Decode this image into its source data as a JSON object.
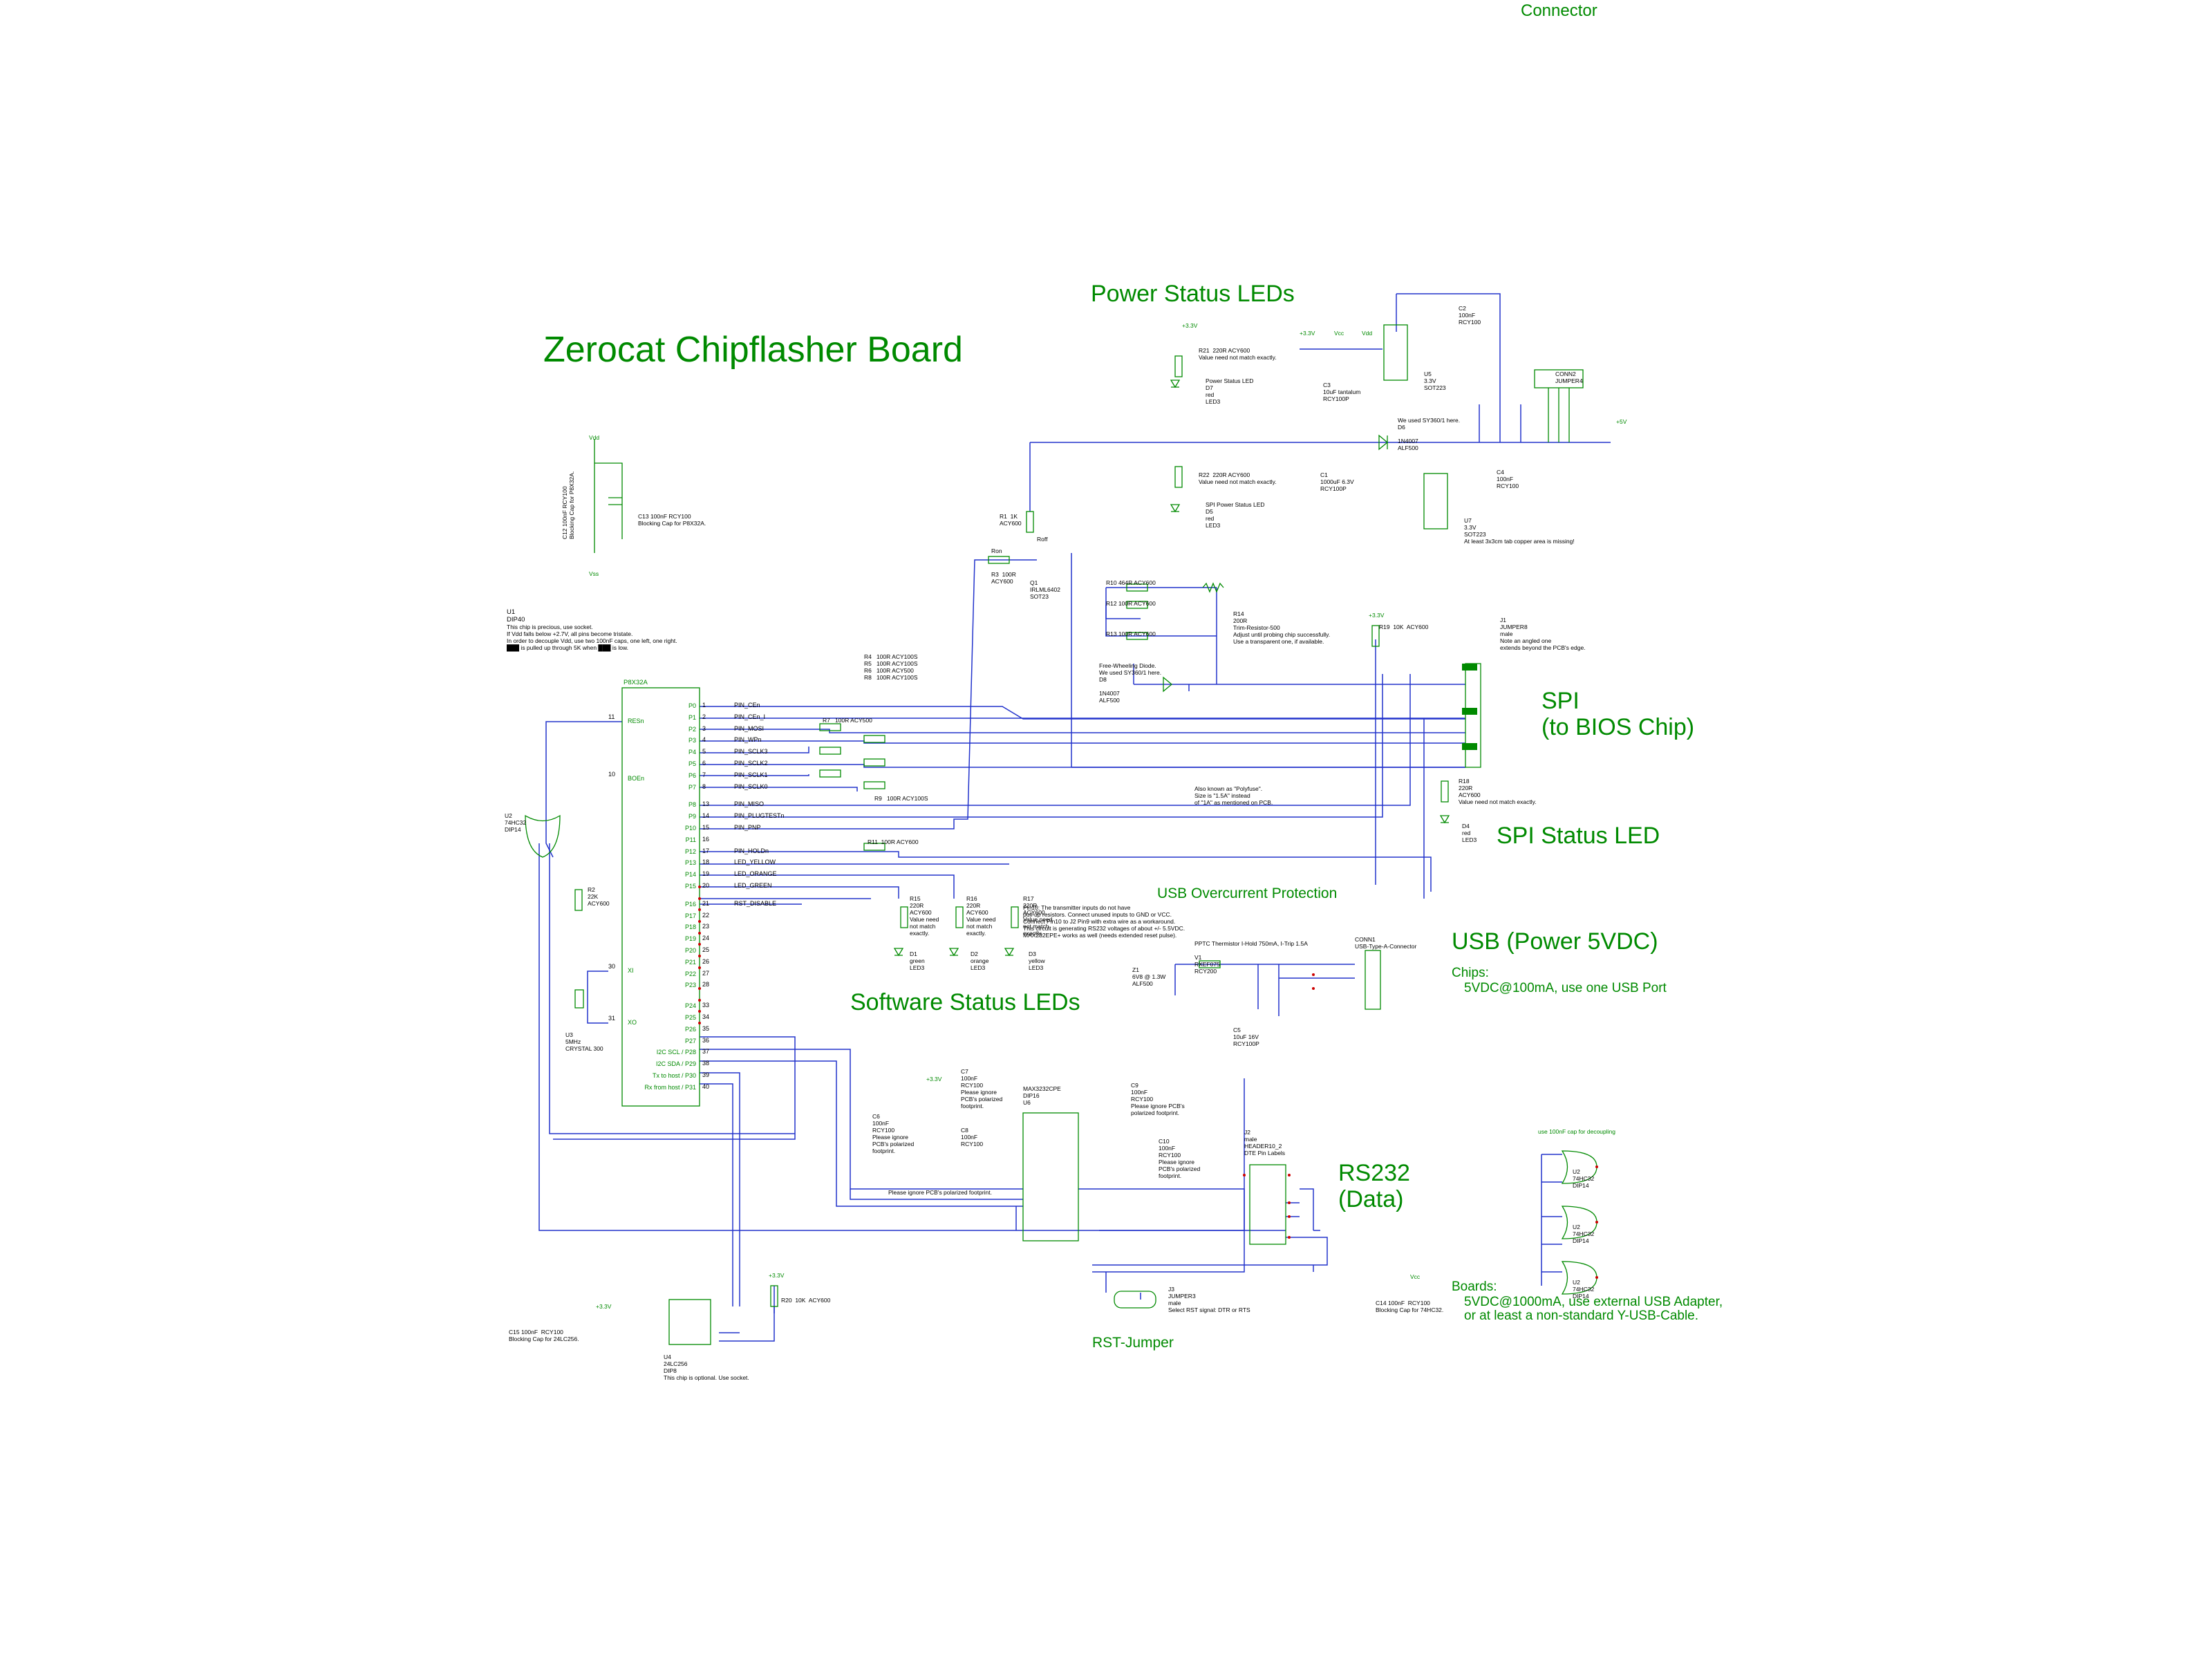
{
  "titles": {
    "board": "Zerocat Chipflasher Board",
    "power_leds": "Power Status LEDs",
    "power_switch": "Power Switch\nConnector",
    "spi": "SPI\n(to BIOS Chip)",
    "spi_led": "SPI Status LED",
    "usb_overcurrent": "USB Overcurrent Protection",
    "usb_power": "USB (Power 5VDC)",
    "software_leds": "Software Status LEDs",
    "rs232": "RS232\n(Data)",
    "rst_jumper": "RST-Jumper",
    "usb_decoupling": "use 100nF cap for decoupling"
  },
  "usb_notes": {
    "chips_label": "Chips:",
    "chips_value": "5VDC@100mA, use one USB Port",
    "boards_label": "Boards:",
    "boards_value": "5VDC@1000mA, use external USB Adapter,\nor at least a non-standard Y-USB-Cable."
  },
  "mcu": {
    "ref": "U1",
    "package": "DIP40",
    "name": "P8X32A",
    "notes": "This chip is precious, use socket.\nIf Vdd falls below +2.7V, all pins become tristate.\nIn order to decouple Vdd, use two 100nF caps, one left, one right.\n███ is pulled up through 5K when ███ is low.",
    "left_pins": [
      {
        "name": "RESn",
        "num": "11"
      },
      {
        "name": "BOEn",
        "num": "10"
      },
      {
        "name": "XI",
        "num": "30"
      },
      {
        "name": "XO",
        "num": "31"
      }
    ],
    "right_pins": [
      {
        "name": "P0",
        "num": "1",
        "net": "PIN_CEn"
      },
      {
        "name": "P1",
        "num": "2",
        "net": "PIN_CEn_I"
      },
      {
        "name": "P2",
        "num": "3",
        "net": "PIN_MOSI"
      },
      {
        "name": "P3",
        "num": "4",
        "net": "PIN_WPn"
      },
      {
        "name": "P4",
        "num": "5",
        "net": "PIN_SCLK3"
      },
      {
        "name": "P5",
        "num": "6",
        "net": "PIN_SCLK2"
      },
      {
        "name": "P6",
        "num": "7",
        "net": "PIN_SCLK1"
      },
      {
        "name": "P7",
        "num": "8",
        "net": "PIN_SCLK0"
      },
      {
        "name": "P8",
        "num": "13",
        "net": "PIN_MISO"
      },
      {
        "name": "P9",
        "num": "14",
        "net": "PIN_PLUGTESTn"
      },
      {
        "name": "P10",
        "num": "15",
        "net": "PIN_PNP"
      },
      {
        "name": "P11",
        "num": "16",
        "net": ""
      },
      {
        "name": "P12",
        "num": "17",
        "net": "PIN_HOLDn"
      },
      {
        "name": "P13",
        "num": "18",
        "net": "LED_YELLOW"
      },
      {
        "name": "P14",
        "num": "19",
        "net": "LED_ORANGE"
      },
      {
        "name": "P15",
        "num": "20",
        "net": "LED_GREEN"
      },
      {
        "name": "P16",
        "num": "21",
        "net": "RST_DISABLE"
      },
      {
        "name": "P17",
        "num": "22",
        "net": ""
      },
      {
        "name": "P18",
        "num": "23",
        "net": ""
      },
      {
        "name": "P19",
        "num": "24",
        "net": ""
      },
      {
        "name": "P20",
        "num": "25",
        "net": ""
      },
      {
        "name": "P21",
        "num": "26",
        "net": ""
      },
      {
        "name": "P22",
        "num": "27",
        "net": ""
      },
      {
        "name": "P23",
        "num": "28",
        "net": ""
      },
      {
        "name": "P24",
        "num": "33",
        "net": ""
      },
      {
        "name": "P25",
        "num": "34",
        "net": ""
      },
      {
        "name": "P26",
        "num": "35",
        "net": ""
      },
      {
        "name": "P27",
        "num": "36",
        "net": ""
      },
      {
        "name": "I2C SCL / P28",
        "num": "37",
        "net": ""
      },
      {
        "name": "I2C SDA / P29",
        "num": "38",
        "net": ""
      },
      {
        "name": "Tx to host / P30",
        "num": "39",
        "net": ""
      },
      {
        "name": "Rx from host / P31",
        "num": "40",
        "net": ""
      }
    ]
  },
  "labels": [
    {
      "id": "c12",
      "text": "C12 100nF RCY100\nBlocking Cap for P8X32A."
    },
    {
      "id": "c13",
      "text": "C13 100nF RCY100\nBlocking Cap for P8X32A."
    },
    {
      "id": "u2a",
      "text": "U2\n74HC32\nDIP14"
    },
    {
      "id": "r2",
      "text": "R2\n22K\nACY600"
    },
    {
      "id": "u3",
      "text": "U3\n5MHz\nCRYSTAL 300"
    },
    {
      "id": "r4r8",
      "text": "R4   100R ACY100S\nR5   100R ACY100S\nR6   100R ACY500\nR8   100R ACY100S"
    },
    {
      "id": "r7",
      "text": "R7   100R ACY500"
    },
    {
      "id": "r9",
      "text": "R9   100R ACY100S"
    },
    {
      "id": "r11",
      "text": "R11  100R ACY600"
    },
    {
      "id": "r1",
      "text": "R1  1K\nACY600"
    },
    {
      "id": "roff",
      "text": "Roff"
    },
    {
      "id": "ron",
      "text": "Ron"
    },
    {
      "id": "r3",
      "text": "R3  100R\nACY600"
    },
    {
      "id": "q1",
      "text": "Q1\nIRLML6402\nSOT23"
    },
    {
      "id": "r10",
      "text": "R10 464R ACY600"
    },
    {
      "id": "r12",
      "text": "R12 100R ACY600"
    },
    {
      "id": "r13",
      "text": "R13 100R ACY600"
    },
    {
      "id": "r14",
      "text": "R14\n200R\nTrim-Resistor-500\nAdjust until probing chip successfully.\nUse a transparent one, if available."
    },
    {
      "id": "d8",
      "text": "Free-Wheeling Diode.\nWe used SY360/1 here.\nD8\n\n1N4007\nALF500"
    },
    {
      "id": "r21",
      "text": "R21  220R ACY600\nValue need not match exactly."
    },
    {
      "id": "d7",
      "text": "Power Status LED\nD7\nred\nLED3"
    },
    {
      "id": "c3",
      "text": "C3\n10uF tantalum\nRCY100P"
    },
    {
      "id": "u5",
      "text": "U5\n3.3V\nSOT223"
    },
    {
      "id": "c2",
      "text": "C2\n100nF\nRCY100"
    },
    {
      "id": "conn2",
      "text": "CONN2\nJUMPER4"
    },
    {
      "id": "d6",
      "text": "We used SY360/1 here.\nD6\n\n1N4007\nALF500"
    },
    {
      "id": "r22",
      "text": "R22  220R ACY600\nValue need not match exactly."
    },
    {
      "id": "d5",
      "text": "SPI Power Status LED\nD5\nred\nLED3"
    },
    {
      "id": "c1",
      "text": "C1\n1000uF 6.3V\nRCY100P"
    },
    {
      "id": "u7",
      "text": "U7\n3.3V\nSOT223\nAt least 3x3cm tab copper area is missing!"
    },
    {
      "id": "c4",
      "text": "C4\n100nF\nRCY100"
    },
    {
      "id": "r19",
      "text": "R19  10K  ACY600"
    },
    {
      "id": "j1",
      "text": "J1\nJUMPER8\nmale\nNote an angled one\nextends beyond the PCB's edge."
    },
    {
      "id": "r18",
      "text": "R18\n220R\nACY600\nValue need not match exactly."
    },
    {
      "id": "d4",
      "text": "D4\nred\nLED3"
    },
    {
      "id": "polyfuse",
      "text": "Also known as \"Polyfuse\".\nSize is \"1.5A\" instead\nof \"1A\" as mentioned on PCB."
    },
    {
      "id": "r15",
      "text": "R15\n220R\nACY600\nValue need\nnot match\nexactly."
    },
    {
      "id": "r16",
      "text": "R16\n220R\nACY600\nValue need\nnot match\nexactly."
    },
    {
      "id": "r17",
      "text": "R17\n220R\nACY600\nValue need\nnot match\nexactly."
    },
    {
      "id": "d1",
      "text": "D1\ngreen\nLED3"
    },
    {
      "id": "d2",
      "text": "D2\norange\nLED3"
    },
    {
      "id": "d3",
      "text": "D3\nyellow\nLED3"
    },
    {
      "id": "max_note",
      "text": "Pin10: The transmitter inputs do not have\npull-up resistors. Connect unused inputs to GND or VCC.\nConnect Pin10 to J2 Pin9 with extra wire as a workaround.\nThis circuit is generating RS232 voltages of about +/- 5.5VDC.\nMAX232EPE+ works as well (needs extended reset pulse)."
    },
    {
      "id": "v1",
      "text": "PPTC Thermistor I-Hold 750mA, I-Trip 1.5A\n\nV1\nRXEF075\nRCY200"
    },
    {
      "id": "conn1",
      "text": "CONN1\nUSB-Type-A-Connector"
    },
    {
      "id": "z1",
      "text": "Z1\n6V8 @ 1.3W\nALF500"
    },
    {
      "id": "c5",
      "text": "C5\n10uF 16V\nRCY100P"
    },
    {
      "id": "c7",
      "text": "C7\n100nF\nRCY100\nPlease ignore\nPCB's polarized\nfootprint."
    },
    {
      "id": "u6",
      "text": "MAX3232CPE\nDIP16\nU6"
    },
    {
      "id": "c9",
      "text": "C9\n100nF\nRCY100\nPlease ignore PCB's\npolarized footprint."
    },
    {
      "id": "c6",
      "text": "C6\n100nF\nRCY100\nPlease ignore\nPCB's polarized\nfootprint."
    },
    {
      "id": "c8",
      "text": "C8\n100nF\nRCY100"
    },
    {
      "id": "c10",
      "text": "C10\n100nF\nRCY100\nPlease ignore\nPCB's polarized\nfootprint."
    },
    {
      "id": "c8note",
      "text": "Please ignore PCB's polarized footprint."
    },
    {
      "id": "j2",
      "text": "J2\nmale\nHEADER10_2\nDTE Pin Labels"
    },
    {
      "id": "j3",
      "text": "J3\nJUMPER3\nmale\nSelect RST signal: DTR or RTS"
    },
    {
      "id": "r20",
      "text": "R20  10K  ACY600"
    },
    {
      "id": "c15",
      "text": "C15 100nF  RCY100\nBlocking Cap for 24LC256."
    },
    {
      "id": "u4",
      "text": "U4\n24LC256\nDIP8\nThis chip is optional. Use socket."
    },
    {
      "id": "c14",
      "text": "C14 100nF  RCY100\nBlocking Cap for 74HC32."
    },
    {
      "id": "u2b",
      "text": "U2\n74HC32\nDIP14"
    },
    {
      "id": "u2c",
      "text": "U2\n74HC32\nDIP14"
    },
    {
      "id": "u2d",
      "text": "U2\n74HC32\nDIP14"
    }
  ],
  "rails": {
    "v33": "+3.3V",
    "vcc": "Vcc",
    "vdd": "Vdd",
    "vss": "Vss",
    "v5": "+5V"
  },
  "colors": {
    "wire": "#2233cc",
    "part": "#008a00",
    "text": "#000000",
    "pinmark": "#cc0000"
  }
}
